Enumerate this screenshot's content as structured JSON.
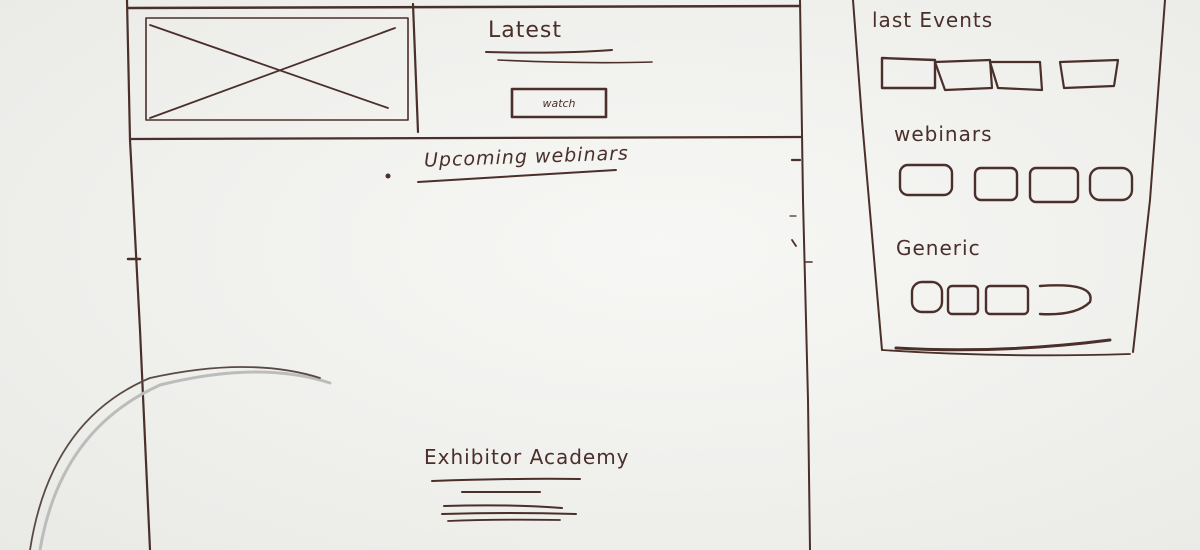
{
  "hero": {
    "title": "Latest",
    "button_label": "watch"
  },
  "main": {
    "section_title": "Upcoming webinars",
    "footer_title": "Exhibitor Academy"
  },
  "sidebar": {
    "sections": [
      {
        "title": "last Events",
        "card_count": 4
      },
      {
        "title": "webinars",
        "card_count": 4
      },
      {
        "title": "Generic",
        "card_count": 4
      }
    ]
  },
  "colors": {
    "ink": "#4a2f2a",
    "board": "#f4f4f2"
  }
}
